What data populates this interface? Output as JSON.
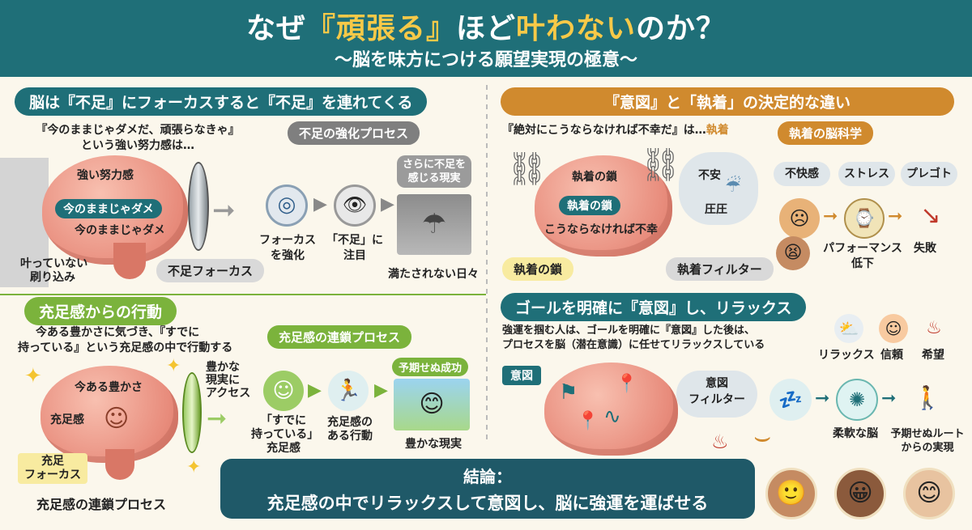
{
  "header": {
    "title_pre": "なぜ",
    "title_hl1": "『頑張る』",
    "title_mid": "ほど",
    "title_hl2": "叶わない",
    "title_post": "のか？",
    "subtitle": "〜脳を味方につける願望実現の極意〜"
  },
  "q1": {
    "banner": "脳は『不足』にフォーカスすると『不足』を連れてくる",
    "intro": [
      "『今のままじゃダメだ、頑張らなきゃ』",
      "という強い努力感は…"
    ],
    "process_title": "不足の強化プロセス",
    "brain_labels": [
      "強い努力感",
      "今のままじゃダメ",
      "今のままじゃダメ"
    ],
    "arrow_label": [
      "叶っていない",
      "刷り込み"
    ],
    "focus_label": "不足フォーカス",
    "steps": [
      {
        "label": [
          "フォーカス",
          "を強化"
        ],
        "icon": "target-icon"
      },
      {
        "label": [
          "「不足」に",
          "注目"
        ],
        "icon": "eye-icon"
      },
      {
        "label": [
          "満たされない日々"
        ],
        "icon": "sad-person-icon"
      }
    ],
    "bubble": [
      "さらに不足を",
      "感じる現実"
    ]
  },
  "q2": {
    "banner": "『意図』と「執着」の決定的な違い",
    "intro_pre": "『絶対にこうならなければ不幸だ』は…",
    "intro_hl": "執着",
    "science_title": "執着の脳科学",
    "chain_labels": [
      "執着の鎖",
      "執着の鎖",
      "こうならなければ不幸"
    ],
    "bottom_label": "執着の鎖",
    "cloud_words": [
      "不安",
      "圧圧"
    ],
    "filter_label": "執着フィルター",
    "stress_items": [
      "不快感",
      "ストレス",
      "プレゴト"
    ],
    "perf_label": [
      "パフォーマンス",
      "低下"
    ],
    "fail_label": "失敗"
  },
  "q3": {
    "banner": "充足感からの行動",
    "intro": [
      "今ある豊かさに気づき、『すでに",
      "持っている』という充足感の中で行動する"
    ],
    "chain_title": "充足感の連鎖プロセス",
    "brain_labels": [
      "今ある豊かさ",
      "充足感"
    ],
    "side_label": [
      "豊かな",
      "現実に",
      "アクセス"
    ],
    "focus_label": [
      "充足",
      "フォーカス"
    ],
    "bottom_label": "充足感の連鎖プロセス",
    "steps": [
      {
        "label": [
          "「すでに",
          "持っている」",
          "充足感"
        ]
      },
      {
        "label": [
          "充足感の",
          "ある行動"
        ]
      },
      {
        "label": [
          "豊かな現実"
        ]
      }
    ],
    "success_label": "予期せぬ成功"
  },
  "q4": {
    "banner": "ゴールを明確に『意図』し、リラックス",
    "intro": [
      "強運を掴む人は、ゴールを明確に『意図』した後は、",
      "プロセスを脳（潜在意識）に任せてリラックスしている"
    ],
    "states": [
      "リラックス",
      "信頼",
      "希望"
    ],
    "intent_flag": "意図",
    "filter_label": [
      "意図",
      "フィルター"
    ],
    "flexible_label": "柔軟な脳",
    "route_label": [
      "予期せぬルート",
      "からの実現"
    ]
  },
  "conclusion": {
    "title": "結論：",
    "text": "充足感の中でリラックスして意図し、脳に強運を運ばせる"
  },
  "colors": {
    "teal": "#1f6f78",
    "orange": "#d08a2e",
    "green": "#7bb33c",
    "highlight": "#f7c948"
  }
}
